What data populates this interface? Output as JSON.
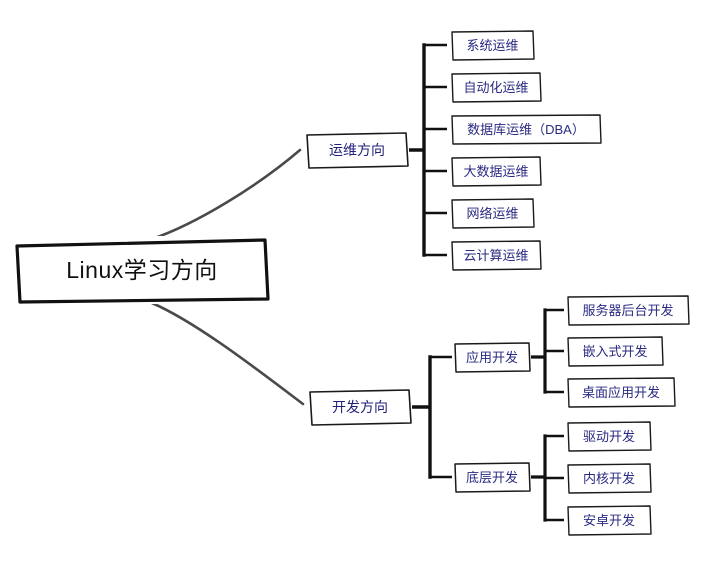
{
  "diagram": {
    "type": "mindmap",
    "title": "Linux学习方向",
    "root": {
      "label": "Linux学习方向"
    },
    "branches": [
      {
        "id": "ops",
        "label": "运维方向",
        "leaves": [
          {
            "label": "系统运维"
          },
          {
            "label": "自动化运维"
          },
          {
            "label": "数据库运维（DBA）"
          },
          {
            "label": "大数据运维"
          },
          {
            "label": "网络运维"
          },
          {
            "label": "云计算运维"
          }
        ]
      },
      {
        "id": "dev",
        "label": "开发方向",
        "groups": [
          {
            "label": "应用开发",
            "leaves": [
              {
                "label": "服务器后台开发"
              },
              {
                "label": "嵌入式开发"
              },
              {
                "label": "桌面应用开发"
              }
            ]
          },
          {
            "label": "底层开发",
            "leaves": [
              {
                "label": "驱动开发"
              },
              {
                "label": "内核开发"
              },
              {
                "label": "安卓开发"
              }
            ]
          }
        ]
      }
    ],
    "colors": {
      "background": "#ffffff",
      "root_text": "#111111",
      "node_text": "#2a2a82",
      "box_stroke": "#1a1a1a",
      "curve_stroke": "#4a4a4a",
      "trunk_stroke": "#111111"
    }
  }
}
